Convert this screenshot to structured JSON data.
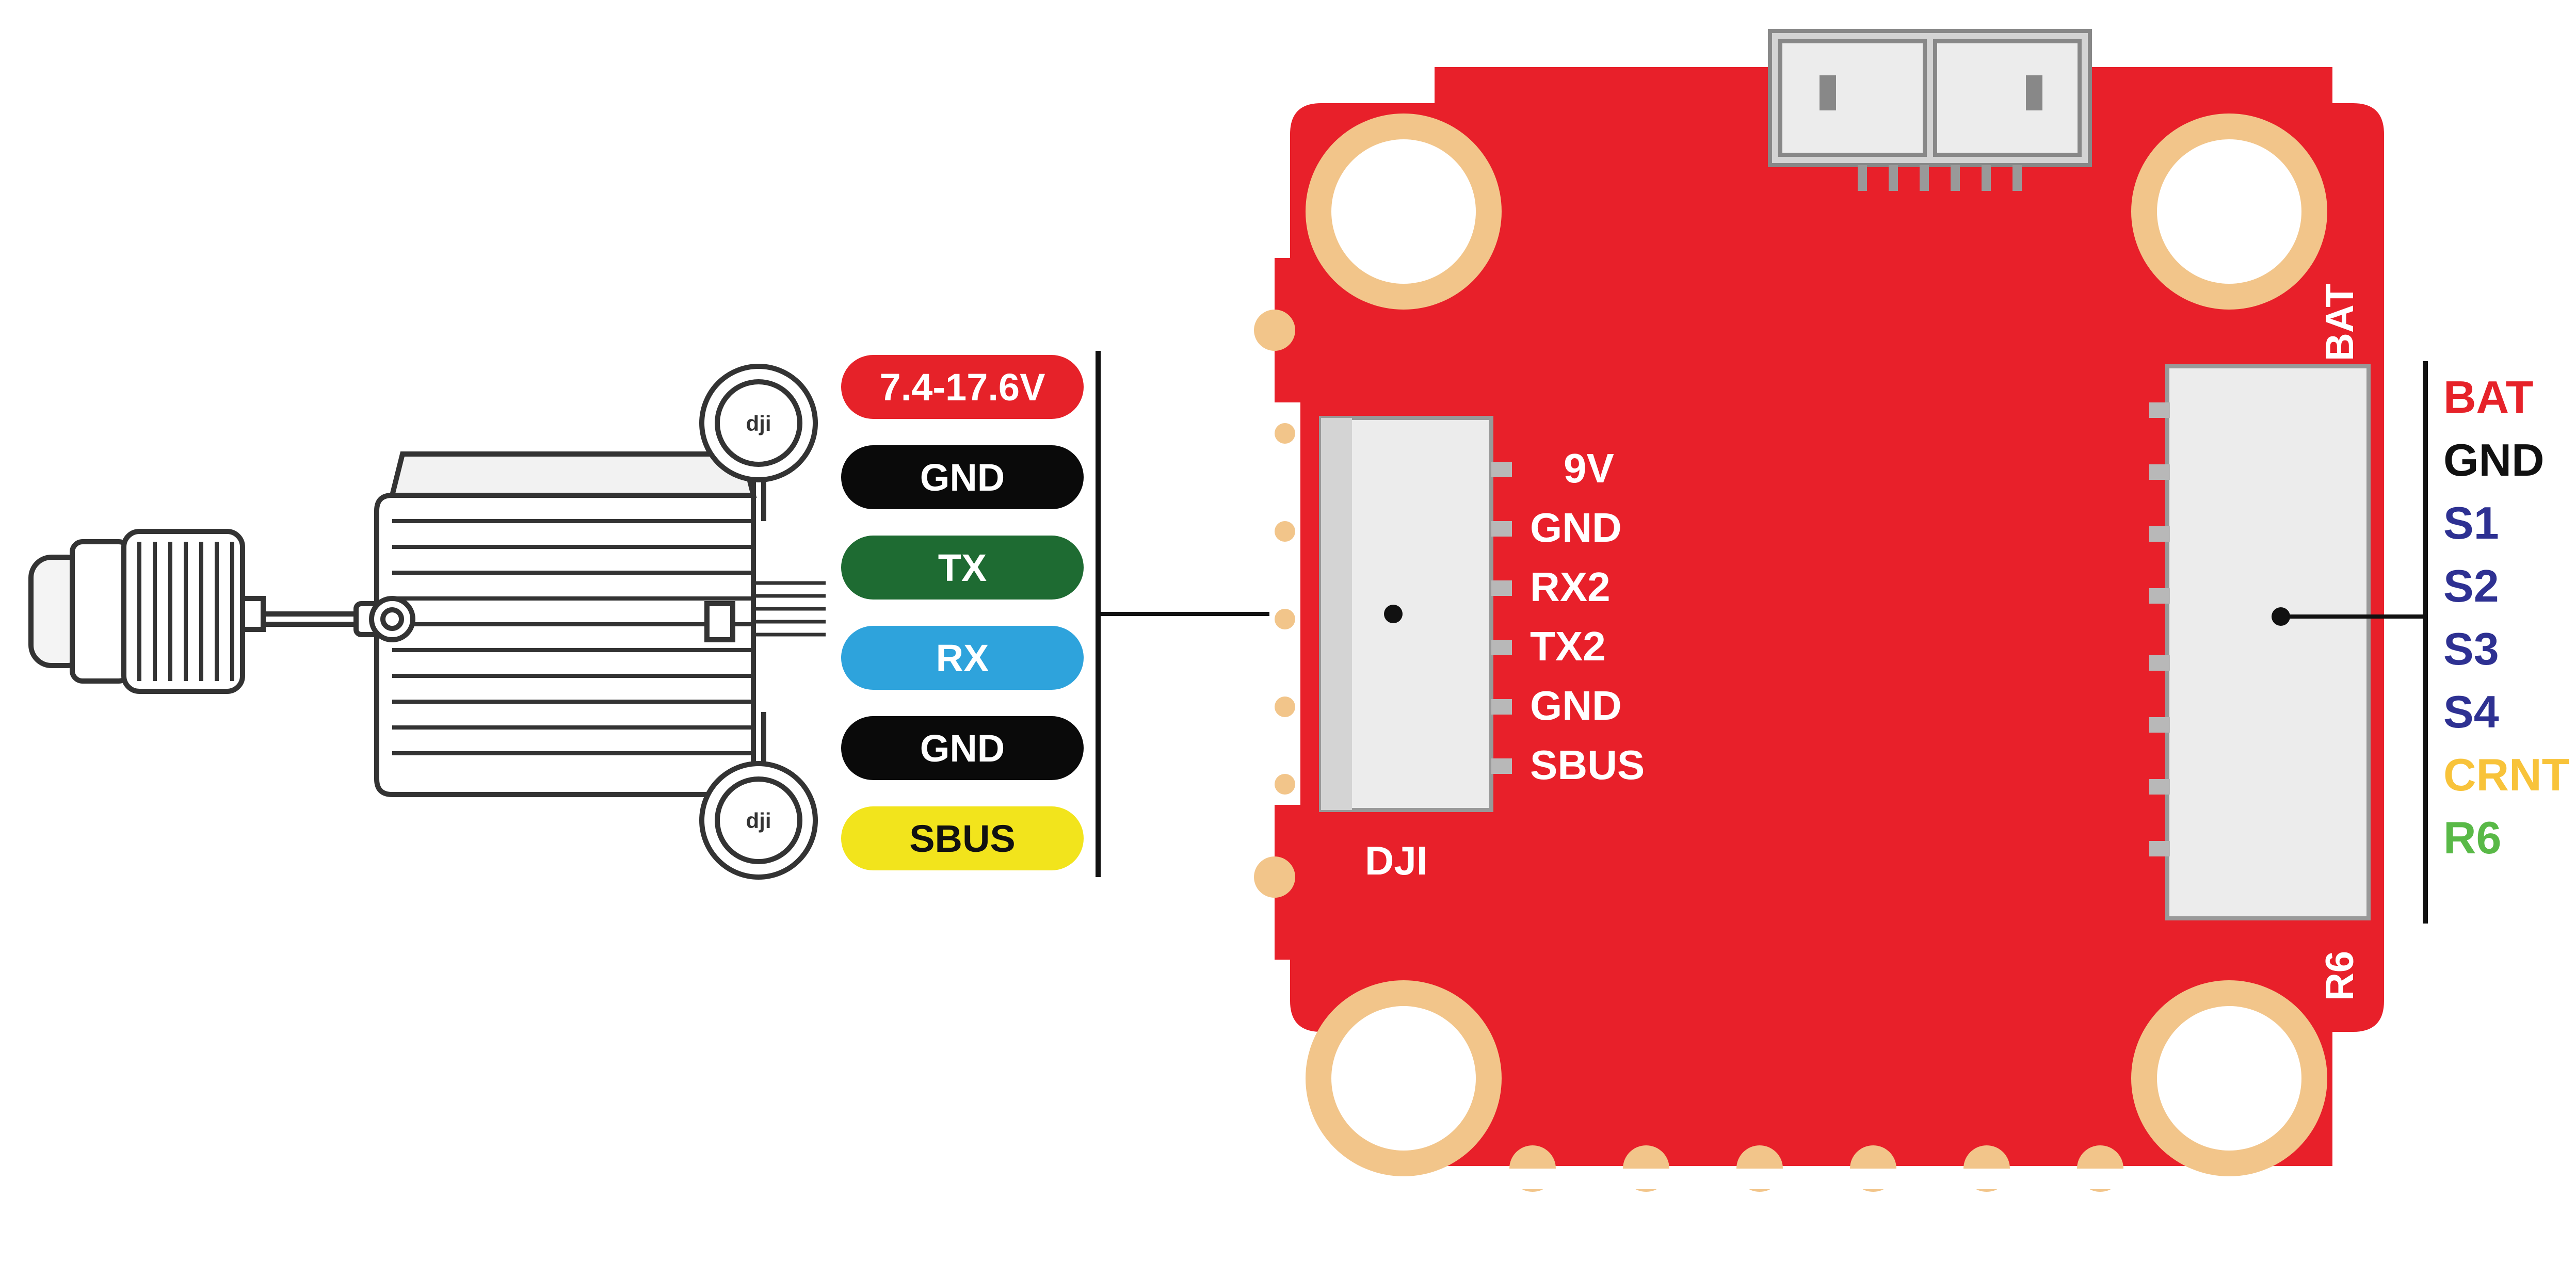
{
  "vtx_labels": [
    {
      "text": "7.4-17.6V",
      "bg": "#E62229",
      "fg": "#ffffff"
    },
    {
      "text": "GND",
      "bg": "#0a0a0a",
      "fg": "#ffffff"
    },
    {
      "text": "TX",
      "bg": "#1E6B32",
      "fg": "#ffffff"
    },
    {
      "text": "RX",
      "bg": "#2EA3DC",
      "fg": "#ffffff"
    },
    {
      "text": "GND",
      "bg": "#0a0a0a",
      "fg": "#ffffff"
    },
    {
      "text": "SBUS",
      "bg": "#F2E41C",
      "fg": "#111111"
    }
  ],
  "dji_port": {
    "name": "DJI",
    "pins": [
      "9V",
      "GND",
      "RX2",
      "TX2",
      "GND",
      "SBUS"
    ]
  },
  "right_port": {
    "top_label": "BAT",
    "bottom_label": "R6",
    "pins": [
      {
        "text": "BAT",
        "color": "#E62229"
      },
      {
        "text": "GND",
        "color": "#111111"
      },
      {
        "text": "S1",
        "color": "#2E3192"
      },
      {
        "text": "S2",
        "color": "#2E3192"
      },
      {
        "text": "S3",
        "color": "#2E3192"
      },
      {
        "text": "S4",
        "color": "#2E3192"
      },
      {
        "text": "CRNT",
        "color": "#F8C33A"
      },
      {
        "text": "R6",
        "color": "#59B947"
      }
    ]
  },
  "colors": {
    "board": "#E8202A",
    "pad": "#F2C58A",
    "connector": "#D4D4D4"
  }
}
